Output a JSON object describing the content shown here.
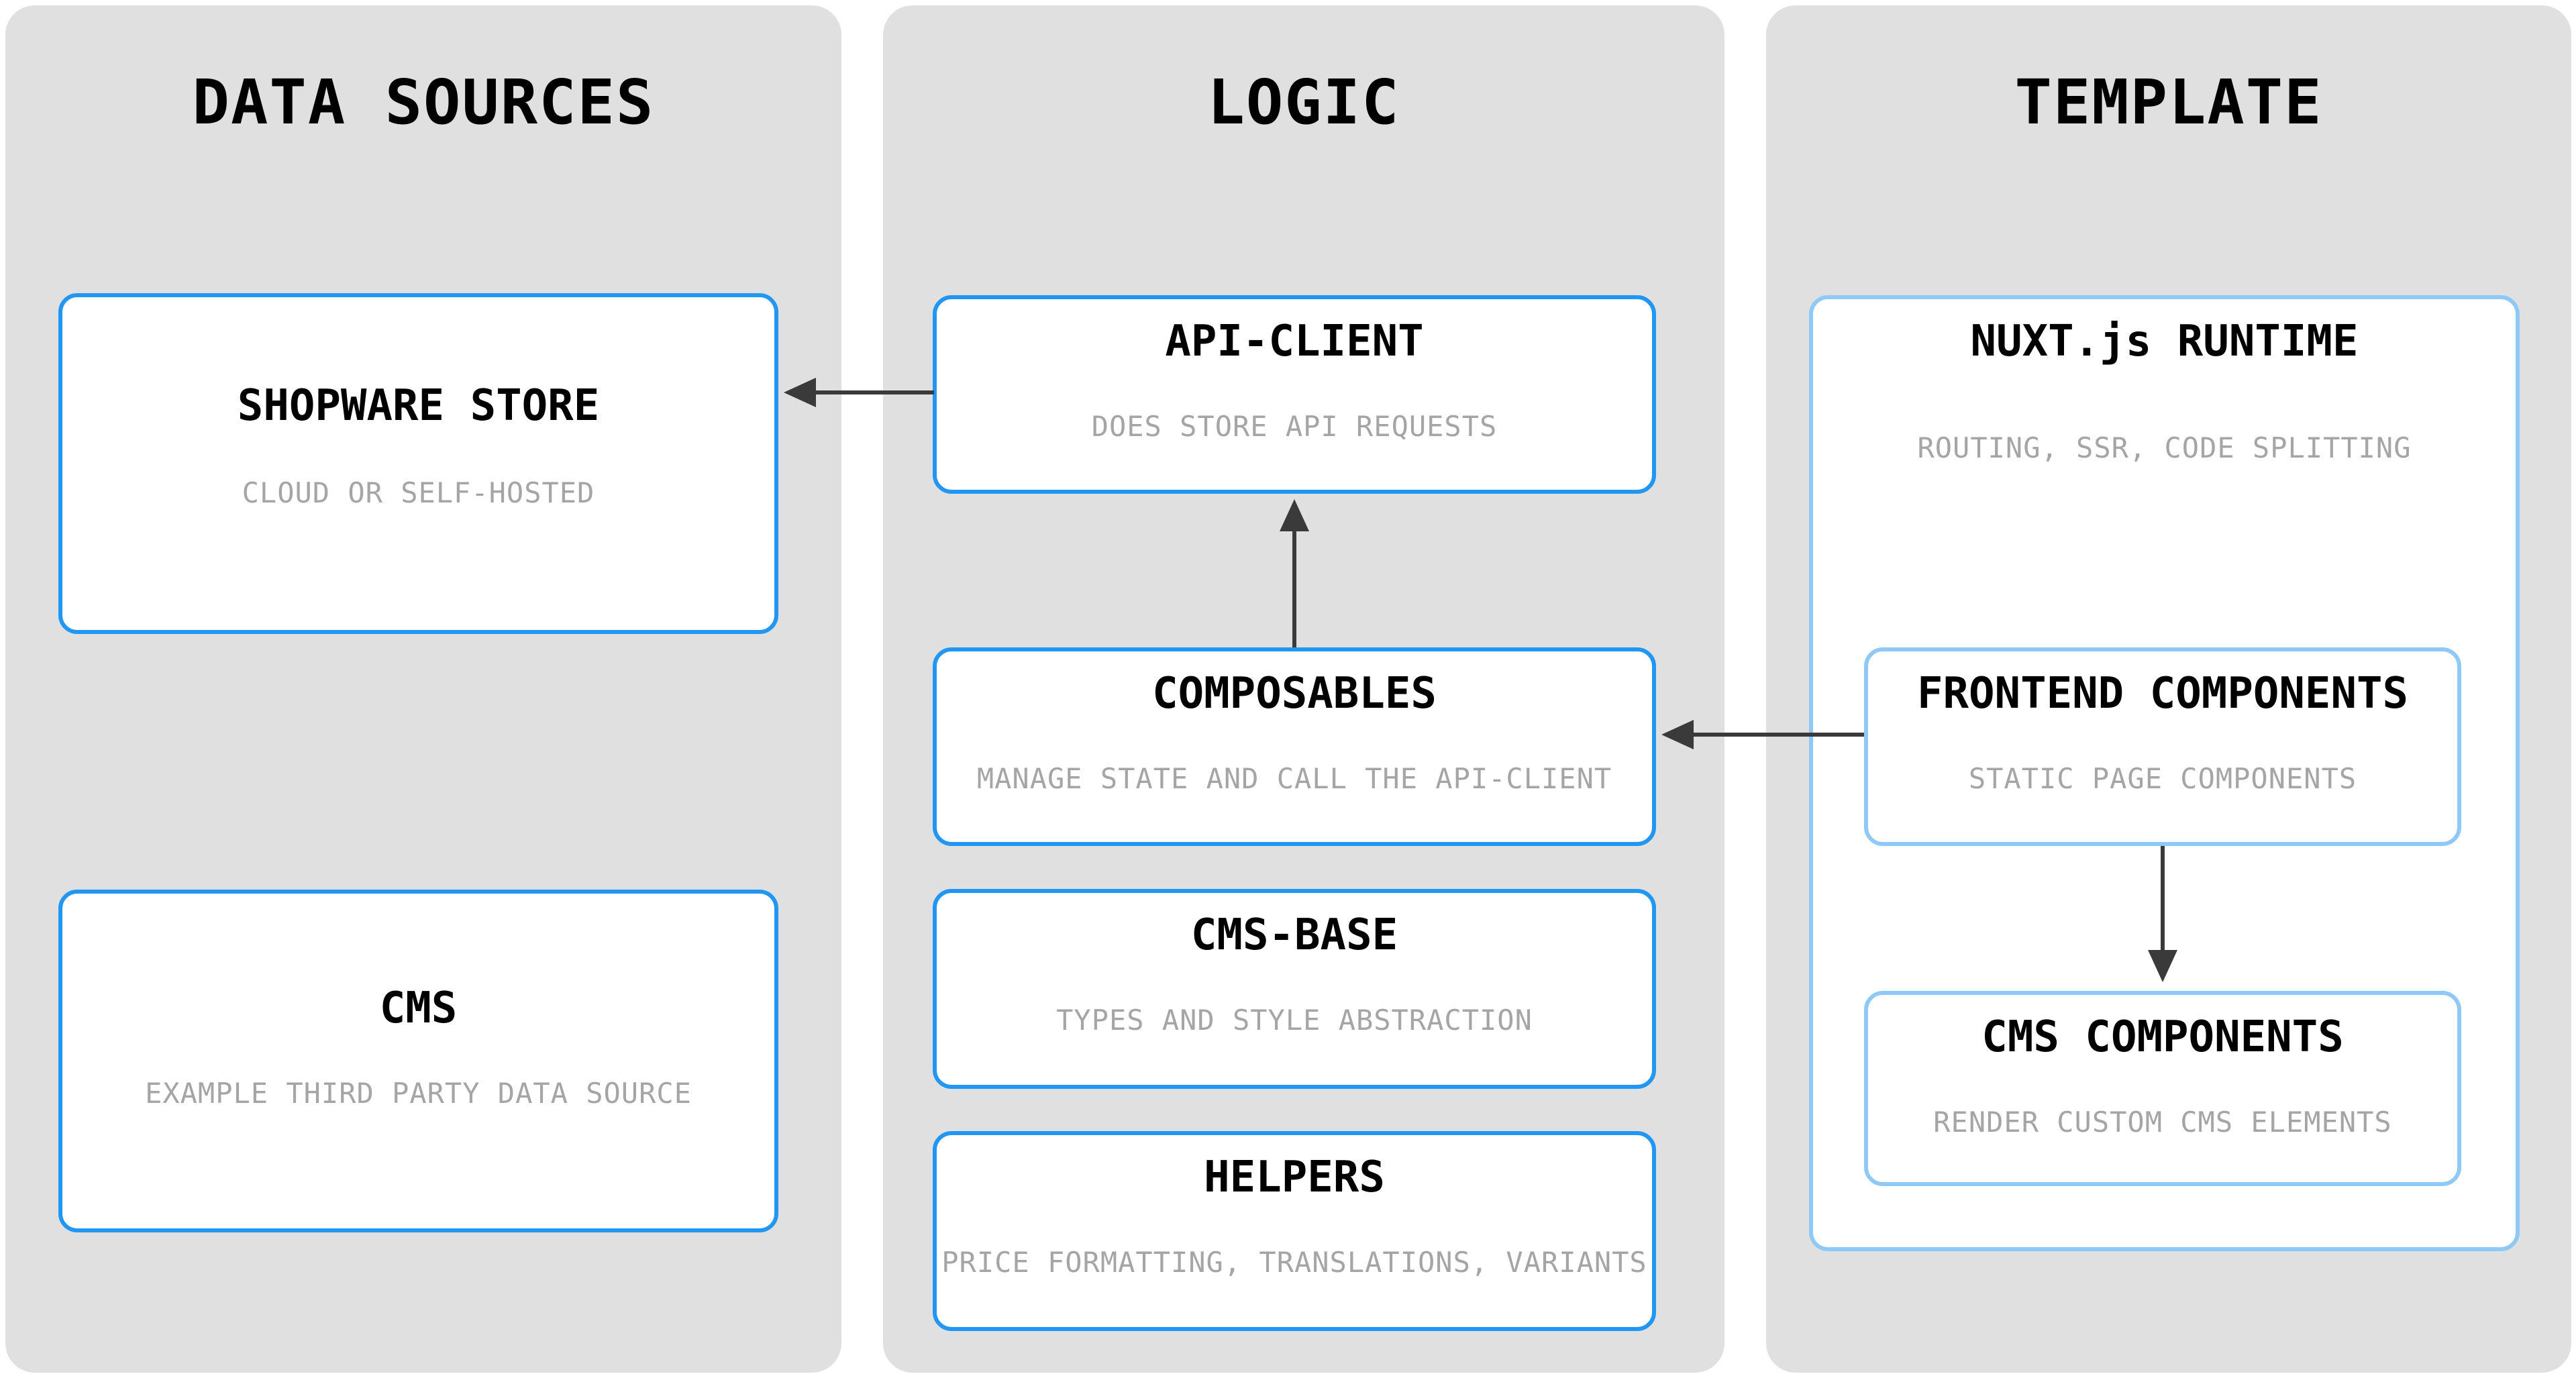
{
  "diagram": {
    "columns": [
      {
        "title": "DATA SOURCES",
        "boxes": [
          {
            "title": "SHOPWARE STORE",
            "subtitle": "CLOUD OR SELF-HOSTED"
          },
          {
            "title": "CMS",
            "subtitle": "EXAMPLE THIRD PARTY DATA SOURCE"
          }
        ]
      },
      {
        "title": "LOGIC",
        "boxes": [
          {
            "title": "API-CLIENT",
            "subtitle": "DOES STORE API REQUESTS"
          },
          {
            "title": "COMPOSABLES",
            "subtitle": "MANAGE STATE AND CALL THE API-CLIENT"
          },
          {
            "title": "CMS-BASE",
            "subtitle": "TYPES AND STYLE ABSTRACTION"
          },
          {
            "title": "HELPERS",
            "subtitle": "PRICE FORMATTING, TRANSLATIONS, VARIANTS"
          }
        ]
      },
      {
        "title": "TEMPLATE",
        "boxes": [
          {
            "title": "NUXT.js RUNTIME",
            "subtitle": "ROUTING, SSR, CODE SPLITTING"
          },
          {
            "title": "FRONTEND COMPONENTS",
            "subtitle": "STATIC PAGE COMPONENTS"
          },
          {
            "title": "CMS COMPONENTS",
            "subtitle": "RENDER CUSTOM CMS ELEMENTS"
          }
        ]
      }
    ],
    "arrows": [
      {
        "from": "API-CLIENT",
        "to": "SHOPWARE STORE",
        "direction": "left"
      },
      {
        "from": "COMPOSABLES",
        "to": "API-CLIENT",
        "direction": "up"
      },
      {
        "from": "FRONTEND COMPONENTS",
        "to": "COMPOSABLES",
        "direction": "left"
      },
      {
        "from": "FRONTEND COMPONENTS",
        "to": "CMS COMPONENTS",
        "direction": "down"
      }
    ],
    "colors": {
      "page_bg": "#ffffff",
      "column_bg": "#e0e0e0",
      "box_border_strong": "#2196f3",
      "box_border_light": "#8fc9f8",
      "title_text": "#000000",
      "subtitle_text": "#a5a5a5",
      "arrow": "#3a3a3a"
    }
  }
}
